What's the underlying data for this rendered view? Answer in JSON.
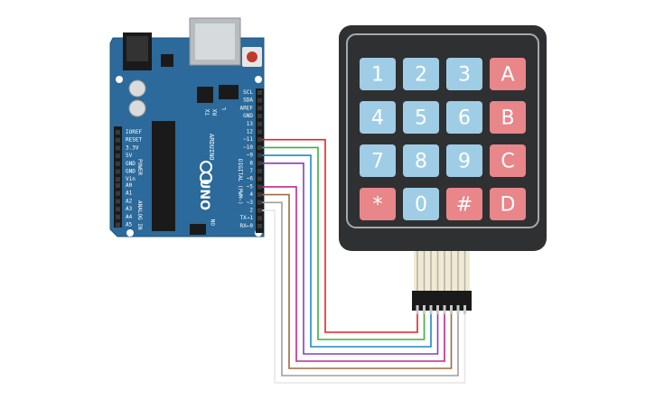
{
  "arduino": {
    "brand": "ARDUINO",
    "model": "UNO",
    "digital_label": "DIGITAL (PWM~)",
    "power_label": "POWER",
    "analog_label": "ANALOG IN",
    "led_labels": [
      "TX",
      "RX",
      "L"
    ],
    "on_label": "ON",
    "digital_pins": [
      "SCL",
      "SDA",
      "AREF",
      "GND",
      "13",
      "12",
      "~11",
      "~10",
      "~9",
      "8",
      "7",
      "~6",
      "~5",
      "4",
      "~3",
      "2",
      "TX→1",
      "RX←0"
    ],
    "power_pins": [
      "IOREF",
      "RESET",
      "3.3V",
      "5V",
      "GND",
      "GND",
      "Vin"
    ],
    "analog_pins": [
      "A0",
      "A1",
      "A2",
      "A3",
      "A4",
      "A5"
    ]
  },
  "keypad": {
    "rows": [
      [
        {
          "label": "1",
          "type": "num"
        },
        {
          "label": "2",
          "type": "num"
        },
        {
          "label": "3",
          "type": "num"
        },
        {
          "label": "A",
          "type": "letter"
        }
      ],
      [
        {
          "label": "4",
          "type": "num"
        },
        {
          "label": "5",
          "type": "num"
        },
        {
          "label": "6",
          "type": "num"
        },
        {
          "label": "B",
          "type": "letter"
        }
      ],
      [
        {
          "label": "7",
          "type": "num"
        },
        {
          "label": "8",
          "type": "num"
        },
        {
          "label": "9",
          "type": "num"
        },
        {
          "label": "C",
          "type": "letter"
        }
      ],
      [
        {
          "label": "*",
          "type": "letter"
        },
        {
          "label": "0",
          "type": "num"
        },
        {
          "label": "#",
          "type": "letter"
        },
        {
          "label": "D",
          "type": "letter"
        }
      ]
    ]
  },
  "colors": {
    "board": "#2b6a9a",
    "keypad_body": "#2f3032",
    "key_num": "#9fcde6",
    "key_letter": "#e8868a"
  },
  "wires": [
    {
      "name": "wire-red",
      "color": "#e0252b",
      "from_pin": "~11"
    },
    {
      "name": "wire-green",
      "color": "#3cb043",
      "from_pin": "~10"
    },
    {
      "name": "wire-blue",
      "color": "#1e88c8",
      "from_pin": "~9"
    },
    {
      "name": "wire-purple",
      "color": "#8a3fb5",
      "from_pin": "8"
    },
    {
      "name": "wire-magenta",
      "color": "#c1288e",
      "from_pin": "~5"
    },
    {
      "name": "wire-brown",
      "color": "#9b6b3f",
      "from_pin": "4"
    },
    {
      "name": "wire-grey",
      "color": "#9e9e9e",
      "from_pin": "~3"
    },
    {
      "name": "wire-white",
      "color": "#e6e6e6",
      "from_pin": "2"
    }
  ]
}
